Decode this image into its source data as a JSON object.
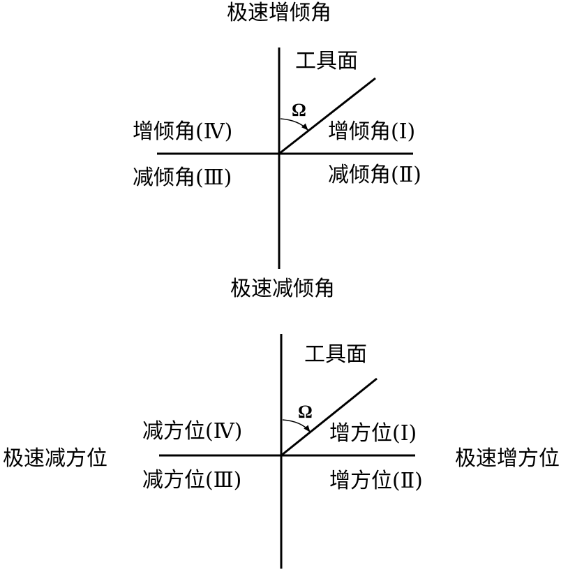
{
  "diagrams": [
    {
      "top_label": "极速增倾角",
      "bottom_label": "极速减倾角",
      "tool_face_label": "工具面",
      "angle_symbol": "Ω",
      "quadrants": {
        "q1": "增倾角(Ⅰ)",
        "q2": "减倾角(Ⅱ)",
        "q3": "减倾角(Ⅲ)",
        "q4": "增倾角(Ⅳ)"
      }
    },
    {
      "left_label": "极速减方位",
      "right_label": "极速增方位",
      "tool_face_label": "工具面",
      "angle_symbol": "Ω",
      "quadrants": {
        "q1": "增方位(Ⅰ)",
        "q2": "增方位(Ⅱ)",
        "q3": "减方位(Ⅲ)",
        "q4": "减方位(Ⅳ)"
      }
    }
  ]
}
